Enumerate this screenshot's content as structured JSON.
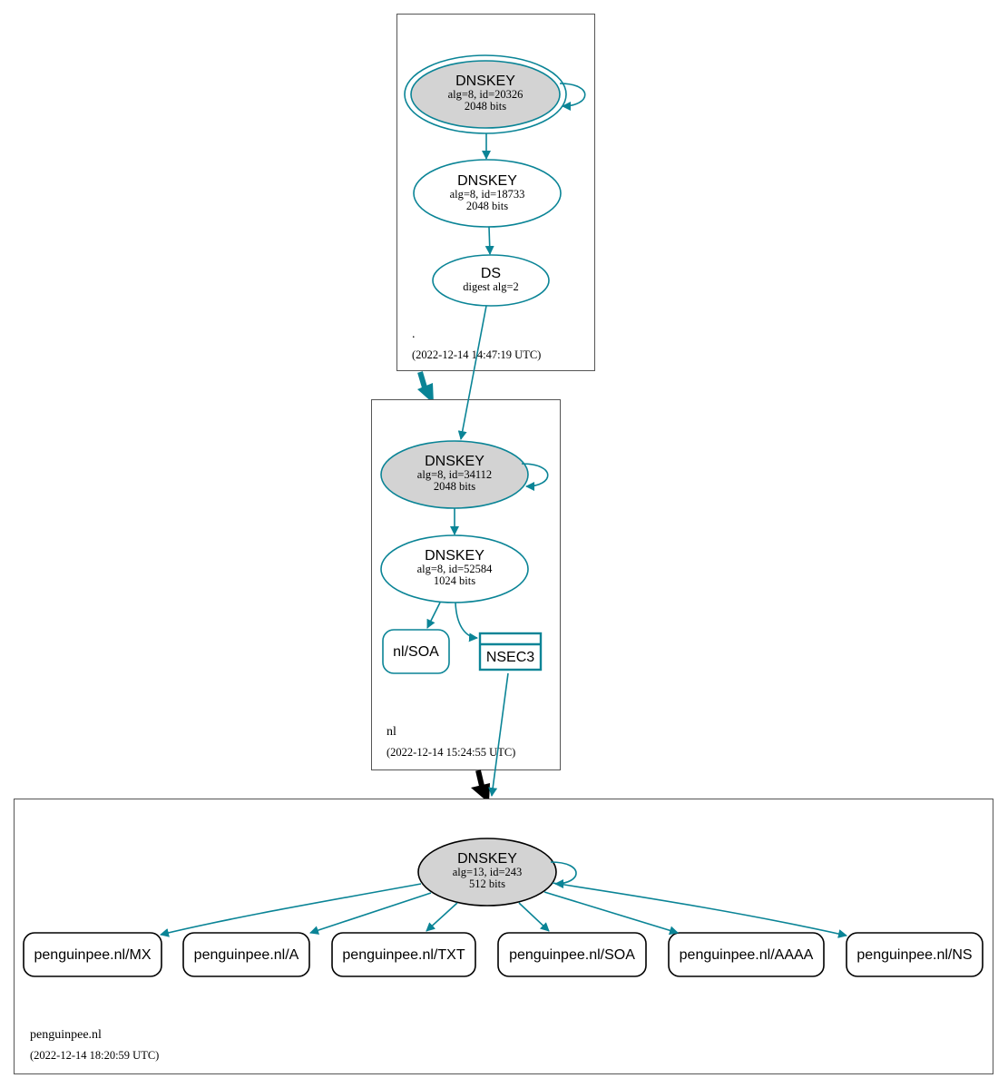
{
  "colors": {
    "secure": "#0a8496",
    "sep_fill": "#d3d3d3",
    "insecure_delegation": "#000000",
    "zone_border": "#555555"
  },
  "zones": {
    "root": {
      "name": ".",
      "timestamp": "(2022-12-14 14:47:19 UTC)",
      "nodes": {
        "dnskey_ksk": {
          "title": "DNSKEY",
          "detail": "alg=8, id=20326",
          "size": "2048 bits"
        },
        "dnskey_zsk": {
          "title": "DNSKEY",
          "detail": "alg=8, id=18733",
          "size": "2048 bits"
        },
        "ds": {
          "title": "DS",
          "detail": "digest alg=2"
        }
      }
    },
    "nl": {
      "name": "nl",
      "timestamp": "(2022-12-14 15:24:55 UTC)",
      "nodes": {
        "dnskey_ksk": {
          "title": "DNSKEY",
          "detail": "alg=8, id=34112",
          "size": "2048 bits"
        },
        "dnskey_zsk": {
          "title": "DNSKEY",
          "detail": "alg=8, id=52584",
          "size": "1024 bits"
        },
        "soa": {
          "label": "nl/SOA"
        },
        "nsec3": {
          "label": "NSEC3"
        }
      }
    },
    "penguinpee": {
      "name": "penguinpee.nl",
      "timestamp": "(2022-12-14 18:20:59 UTC)",
      "nodes": {
        "dnskey": {
          "title": "DNSKEY",
          "detail": "alg=13, id=243",
          "size": "512 bits"
        },
        "records": [
          {
            "label": "penguinpee.nl/MX"
          },
          {
            "label": "penguinpee.nl/A"
          },
          {
            "label": "penguinpee.nl/TXT"
          },
          {
            "label": "penguinpee.nl/SOA"
          },
          {
            "label": "penguinpee.nl/AAAA"
          },
          {
            "label": "penguinpee.nl/NS"
          }
        ]
      }
    }
  }
}
